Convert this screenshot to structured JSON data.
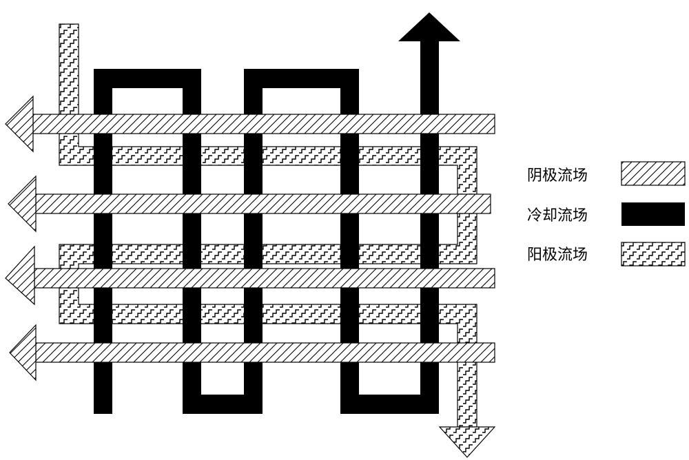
{
  "legend": {
    "items": [
      {
        "label": "阴极流场",
        "pattern": "diagonal-hatch"
      },
      {
        "label": "冷却流场",
        "pattern": "solid-black"
      },
      {
        "label": "阳极流场",
        "pattern": "zigzag-hatch"
      }
    ]
  },
  "colors": {
    "cooling": "#000000",
    "stroke": "#000000",
    "background": "#ffffff"
  }
}
